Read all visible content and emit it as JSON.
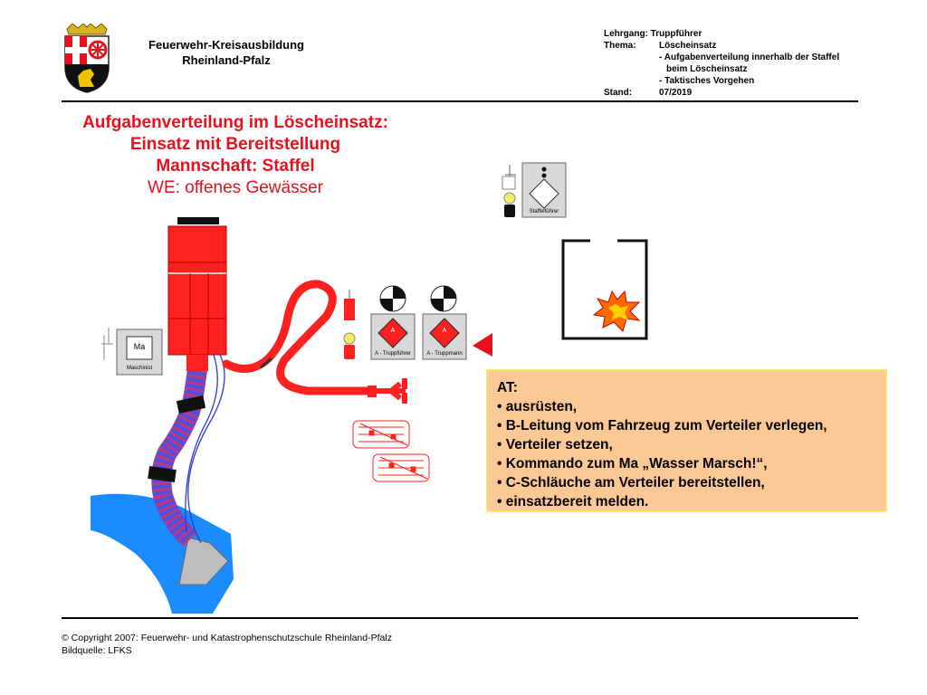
{
  "header": {
    "org_line1": "Feuerwehr-Kreisausbildung",
    "org_line2": "Rheinland-Pfalz",
    "lehrgang": "Lehrgang: Truppführer",
    "thema_key": "Thema:",
    "thema_value": "Löscheinsatz",
    "thema_line2": "- Aufgabenverteilung innerhalb der Staffel",
    "thema_line3": "beim Löscheinsatz",
    "thema_line4": "- Taktisches Vorgehen",
    "stand_key": "Stand:",
    "stand_value": "07/2019"
  },
  "title": {
    "line1": "Aufgabenverteilung im Löscheinsatz:",
    "line2": "Einsatz mit Bereitstellung",
    "line3": "Mannschaft: Staffel",
    "line4": "WE: offenes Gewässer"
  },
  "tactical": {
    "staffelfuehrer": "Staffelführer",
    "ma_symbol": "Ma",
    "maschinist": "Maschinist",
    "a_symbol": "A",
    "a_truppfuehrer": "A - Truppführer",
    "a_truppmann": "A - Truppmann"
  },
  "task_box": {
    "heading": "AT:",
    "items": [
      "• ausrüsten,",
      "• B-Leitung vom Fahrzeug zum Verteiler verlegen,",
      "• Verteiler setzen,",
      "• Kommando zum Ma  „Wasser Marsch!“,",
      "• C-Schläuche am Verteiler bereitstellen,",
      "• einsatzbereit melden."
    ]
  },
  "footer": {
    "copyright": "© Copyright 2007: Feuerwehr- und Katastrophenschutzschule Rheinland-Pfalz",
    "source": "Bildquelle: LFKS"
  },
  "colors": {
    "accent_red": "#e8101c",
    "vehicle_red": "#ff2020",
    "water_blue": "#1a8cff",
    "suction_hose": "#5050e0",
    "box_fill": "#fcc895",
    "box_border": "#f2e66e"
  }
}
